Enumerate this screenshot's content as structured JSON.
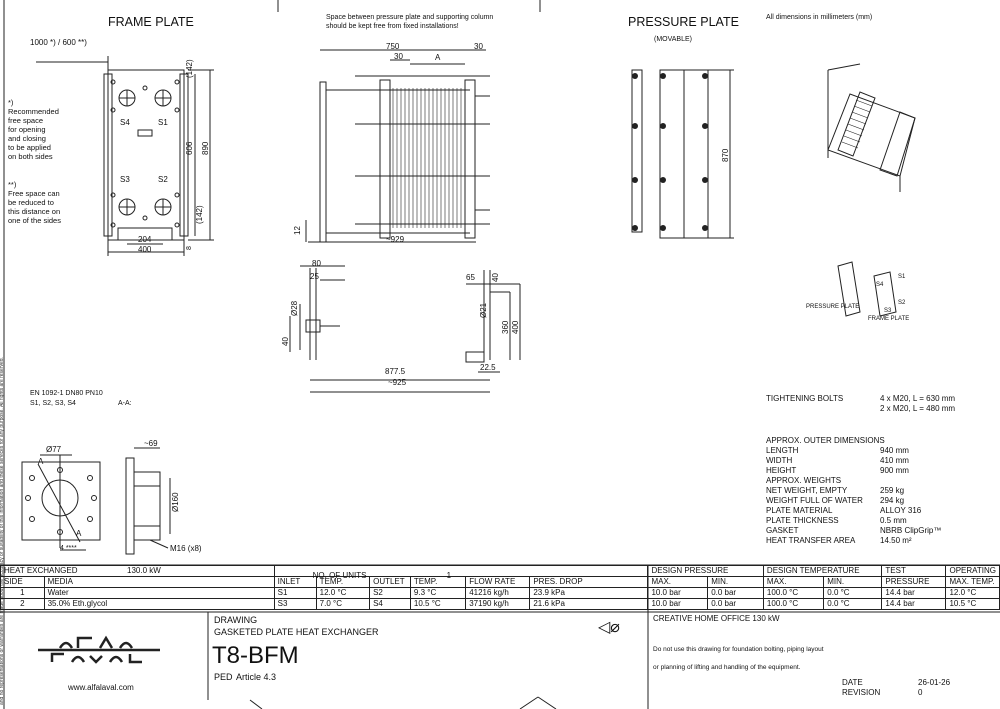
{
  "headings": {
    "frame_plate": "FRAME PLATE",
    "pressure_plate": "PRESSURE PLATE",
    "movable": "(MOVABLE)",
    "all_dimensions": "All dimensions in millimeters (mm)",
    "space_note_1": "Space between pressure plate and supporting column",
    "space_note_2": "should be kept free from fixed installations!"
  },
  "frame_view": {
    "free_space": "1000 *) / 600 **)",
    "note1": [
      "*)",
      "Recommended",
      "free space",
      "for opening",
      "and closing",
      "to be applied",
      "on both sides"
    ],
    "note2": [
      "**)",
      "Free space can",
      "be reduced to",
      "this distance on",
      "one of the sides"
    ],
    "ports": [
      "S4",
      "S1",
      "S3",
      "S2"
    ],
    "dims": [
      "(142)",
      "606",
      "890",
      "(142)",
      "204",
      "400",
      "8"
    ]
  },
  "side_view": {
    "dims": [
      "750",
      "30",
      "30",
      "A",
      "12",
      "~929"
    ]
  },
  "detail_view": {
    "dims": [
      "80",
      "25",
      "Ø28",
      "40",
      "877.5",
      "~925",
      "65",
      "40",
      "Ø21",
      "360",
      "400",
      "22.5"
    ]
  },
  "pressure_view": {
    "dims": [
      "870"
    ]
  },
  "iso_labels": {
    "pressure_plate": "PRESSURE PLATE",
    "frame_plate": "FRAME PLATE",
    "s1": "S1",
    "s2": "S2",
    "s3": "S3",
    "s4": "S4"
  },
  "flange": {
    "standard": "EN 1092-1 DN80 PN10",
    "ports": "S1, S2, S3, S4",
    "section": "A-A:",
    "dia": "Ø77",
    "depth": "~69",
    "bore": "Ø160",
    "thread": "M16 (x8)",
    "a1": "A",
    "a2": "A",
    "small": "4 ****"
  },
  "specs": {
    "bolts_label": "TIGHTENING BOLTS",
    "bolts_1": "4 x M20, L = 630 mm",
    "bolts_2": "2 x M20, L = 480 mm",
    "rows": [
      {
        "label": "APPROX. OUTER DIMENSIONS",
        "value": ""
      },
      {
        "label": "LENGTH",
        "value": "940 mm"
      },
      {
        "label": "WIDTH",
        "value": "410 mm"
      },
      {
        "label": "HEIGHT",
        "value": "900 mm"
      },
      {
        "label": "APPROX. WEIGHTS",
        "value": ""
      },
      {
        "label": "NET WEIGHT, EMPTY",
        "value": "259 kg"
      },
      {
        "label": "WEIGHT FULL OF WATER",
        "value": "294 kg"
      },
      {
        "label": "PLATE MATERIAL",
        "value": "ALLOY 316"
      },
      {
        "label": "PLATE THICKNESS",
        "value": "0.5 mm"
      },
      {
        "label": "GASKET",
        "value": "NBRB ClipGrip™"
      },
      {
        "label": "HEAT TRANSFER AREA",
        "value": "14.50 m²"
      }
    ]
  },
  "table": {
    "heat_exchanged_label": "HEAT EXCHANGED",
    "heat_exchanged": "130.0 kW",
    "units_label": "NO. OF UNITS",
    "units": "1",
    "design_pressure": "DESIGN PRESSURE",
    "design_temperature": "DESIGN TEMPERATURE",
    "test": "TEST",
    "operating": "OPERATING",
    "headers": [
      "SIDE",
      "MEDIA",
      "INLET",
      "TEMP.",
      "OUTLET",
      "TEMP.",
      "FLOW RATE",
      "PRES. DROP",
      "MAX.",
      "MIN.",
      "MAX.",
      "MIN.",
      "PRESSURE",
      "MAX. TEMP."
    ],
    "rows": [
      [
        "1",
        "Water",
        "S1",
        "12.0 °C",
        "S2",
        "9.3 °C",
        "41216 kg/h",
        "23.9 kPa",
        "10.0 bar",
        "0.0 bar",
        "100.0 °C",
        "0.0 °C",
        "14.4 bar",
        "12.0 °C"
      ],
      [
        "2",
        "35.0% Eth.glycol",
        "S3",
        "7.0 °C",
        "S4",
        "10.5 °C",
        "37190 kg/h",
        "21.6 kPa",
        "10.0 bar",
        "0.0 bar",
        "100.0 °C",
        "0.0 °C",
        "14.4 bar",
        "10.5 °C"
      ]
    ]
  },
  "title_block": {
    "website": "www.alfalaval.com",
    "drawing": "DRAWING",
    "product_type": "GASKETED PLATE HEAT EXCHANGER",
    "model": "T8-BFM",
    "ped": "PED",
    "article": "Article 4.3",
    "project": "CREATIVE HOME OFFICE 130 kW",
    "note1": "Do not use this drawing for foundation bolting, piping layout",
    "note2": "or planning of lifting and handling of the equipment.",
    "date_label": "DATE",
    "date": "26-01-26",
    "revision_label": "REVISION",
    "revision": "0"
  },
  "disclaimer": "and no representations or warranties are made about the accuracy or suitability of this information and these services for any purpose. All rights are reserved."
}
